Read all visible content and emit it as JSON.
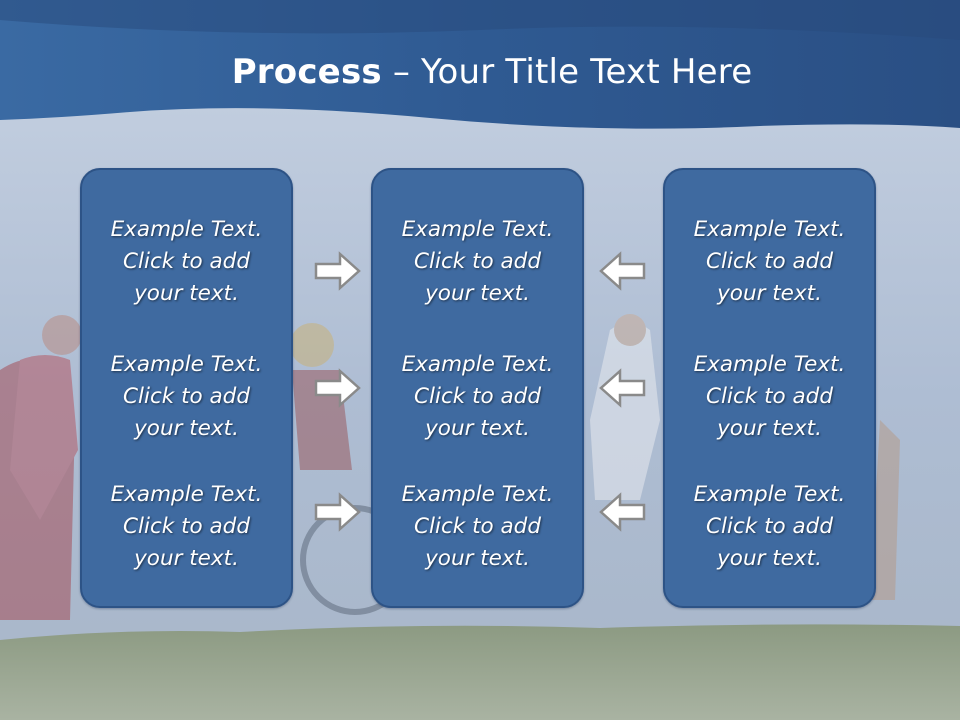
{
  "slide": {
    "title_bold": "Process",
    "title_rest": " – Your Title Text Here"
  },
  "columns": [
    {
      "items": [
        {
          "line1": "Example Text.",
          "line2": "Click  to add",
          "line3": "your text."
        },
        {
          "line1": "Example Text.",
          "line2": "Click  to add",
          "line3": "your text."
        },
        {
          "line1": "Example Text.",
          "line2": "Click  to add",
          "line3": "your text."
        }
      ]
    },
    {
      "items": [
        {
          "line1": "Example Text.",
          "line2": "Click  to add",
          "line3": "your text."
        },
        {
          "line1": "Example Text.",
          "line2": "Click  to add",
          "line3": "your text."
        },
        {
          "line1": "Example Text.",
          "line2": "Click  to add",
          "line3": "your text."
        }
      ]
    },
    {
      "items": [
        {
          "line1": "Example Text.",
          "line2": "Click  to add",
          "line3": "your text."
        },
        {
          "line1": "Example Text.",
          "line2": "Click  to add",
          "line3": "your text."
        },
        {
          "line1": "Example Text.",
          "line2": "Click  to add",
          "line3": "your text."
        }
      ]
    }
  ],
  "arrows": {
    "left_group": "arrow-right-icon",
    "right_group": "arrow-left-icon"
  },
  "colors": {
    "header": "#2f5a92",
    "box_fill": "#3f6aa0",
    "box_border": "#2d5386",
    "sky": "#b9c6d8",
    "grass": "#7c8f6c"
  }
}
